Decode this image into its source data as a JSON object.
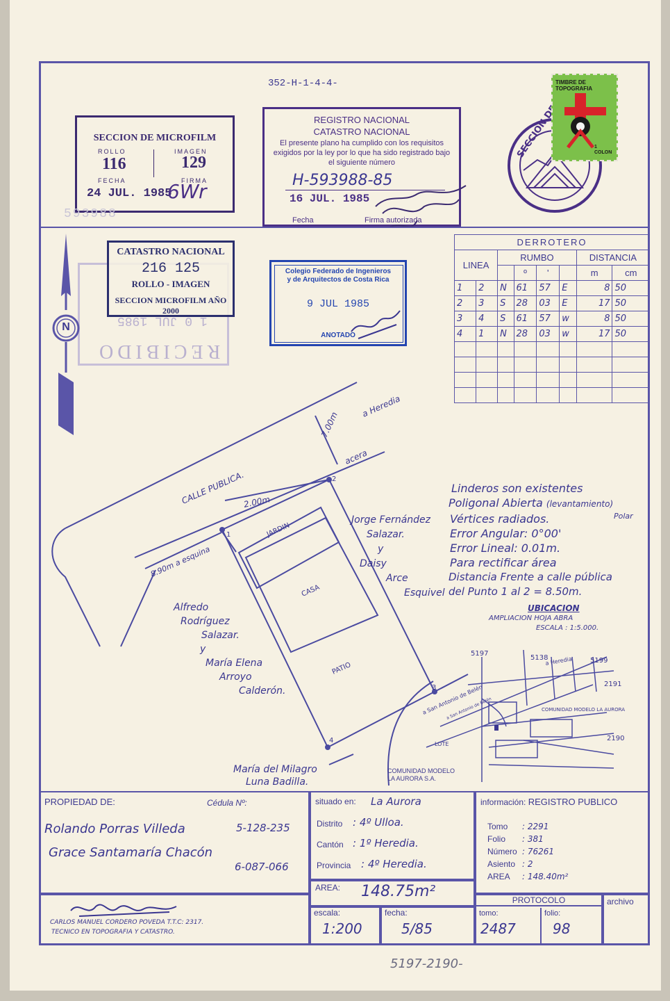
{
  "sheet_code": "352-H-1-4-4-",
  "microfilm_stamp": {
    "title": "SECCION DE MICROFILM",
    "rollo_label": "ROLLO",
    "rollo": "116",
    "imagen_label": "IMAGEN",
    "imagen": "129",
    "fecha_label": "FECHA",
    "fecha": "24 JUL. 1985",
    "firma_label": "FIRMA",
    "firma": "6Wr"
  },
  "registro_stamp": {
    "line1": "REGISTRO NACIONAL",
    "line2": "CATASTRO NACIONAL",
    "body": "El presente plano ha cumplido con los requisitos exigidos por la ley por lo que ha sido registrado bajo el siguiente número",
    "numero": "H-593988-85",
    "fecha": "16 JUL. 1985",
    "fecha_label": "Fecha",
    "firma_label": "Firma autorizada"
  },
  "timbre": {
    "top": "TIMBRE DE TOPOGRAFIA",
    "value": "1 COLON"
  },
  "seccion_round": "SECCION DE",
  "catastro2000_stamp": {
    "title": "CATASTRO NACIONAL",
    "numbers": "216 125",
    "sub": "ROLLO - IMAGEN",
    "bottom": "SECCION MICROFILM AÑO 2000"
  },
  "recibido_stamp": {
    "date": "1 0 JUL 1985",
    "word": "RECIBIDO"
  },
  "colegio_stamp": {
    "line1": "Colegio Federado de Ingenieros",
    "line2": "y de Arquitectos de Costa Rica",
    "date": "9 JUL 1985",
    "bottom": "ANOTADO"
  },
  "north_label": "N",
  "derrotero": {
    "title": "DERROTERO",
    "h_linea": "LINEA",
    "h_rumbo": "RUMBO",
    "h_distancia": "DISTANCIA",
    "h_deg": "º",
    "h_min": "'",
    "h_m": "m",
    "h_cm": "cm",
    "rows": [
      {
        "a": "1",
        "b": "2",
        "ns": "N",
        "deg": "61",
        "min": "57",
        "ew": "E",
        "m": "8",
        "cm": "50"
      },
      {
        "a": "2",
        "b": "3",
        "ns": "S",
        "deg": "28",
        "min": "03",
        "ew": "E",
        "m": "17",
        "cm": "50"
      },
      {
        "a": "3",
        "b": "4",
        "ns": "S",
        "deg": "61",
        "min": "57",
        "ew": "w",
        "m": "8",
        "cm": "50"
      },
      {
        "a": "4",
        "b": "1",
        "ns": "N",
        "deg": "28",
        "min": "03",
        "ew": "w",
        "m": "17",
        "cm": "50"
      }
    ]
  },
  "plan": {
    "calle": "CALLE PUBLICA.",
    "heredia": "a Heredia",
    "dist_700": "7.00m",
    "acera": "acera",
    "dist_200": "2.00m",
    "esquina": "8.90m a esquina",
    "jardin": "JARDIN",
    "casa": "CASA",
    "patio": "PATIO",
    "p1": "1",
    "p2": "2",
    "p3": "3",
    "p4": "4",
    "san_antonio": "a San Antonio de Belén",
    "east_neighbor": [
      "Jorge Fernández",
      "Salazar.",
      "y",
      "Daisy",
      "Arce",
      "Esquivel"
    ],
    "west_neighbor": [
      "Alfredo",
      "Rodríguez",
      "Salazar.",
      "y",
      "María Elena",
      "Arroyo",
      "Calderón."
    ],
    "south_neighbor": [
      "María del Milagro",
      "Luna Badilla."
    ]
  },
  "notes": {
    "n1": "Linderos son existentes",
    "n2": "Poligonal Abierta",
    "n2b": "(levantamiento)",
    "n2c": "Polar",
    "n3": "Vértices radiados.",
    "n4": "Error Angular: 0°00'",
    "n5": "Error Lineal: 0.01m.",
    "n6": "Para rectificar área",
    "n7": "Distancia Frente a calle pública",
    "n8": "del Punto 1 al 2 = 8.50m."
  },
  "ubicacion": {
    "title": "UBICACION",
    "sub1": "AMPLIACION HOJA ABRA",
    "sub2": "ESCALA : 1:5.000.",
    "c197": "5197",
    "c138": "5138",
    "c199": "5199",
    "c2191": "2191",
    "c2190": "2190",
    "heredia": "a Heredia",
    "san_antonio": "a San Antonio de Belén",
    "comunidad": "COMUNIDAD MODELO LA AURORA",
    "lote": "LOTE",
    "comunidad2": "COMUNIDAD MODELO",
    "comunidad2b": "LA AURORA S.A."
  },
  "propiedad": {
    "label": "PROPIEDAD DE:",
    "cedula_label": "Cédula Nº:",
    "owner1": "Rolando Porras Villeda",
    "ced1": "5-128-235",
    "owner2": "Grace Santamaría Chacón",
    "ced2": "6-087-066"
  },
  "situado": {
    "label": "situado en:",
    "value": "La Aurora",
    "distrito_label": "Distrito",
    "distrito": ": 4º Ulloa.",
    "canton_label": "Cantón",
    "canton": ": 1º Heredia.",
    "provincia_label": "Provincia",
    "provincia": ": 4º Heredia."
  },
  "informacion": {
    "label": "información:",
    "registro": "REGISTRO PUBLICO",
    "tomo_label": "Tomo",
    "tomo": ": 2291",
    "folio_label": "Folio",
    "folio": ": 381",
    "numero_label": "Número",
    "numero": ": 76261",
    "asiento_label": "Asiento",
    "asiento": ": 2",
    "area_label": "AREA",
    "area": ": 148.40m²"
  },
  "area": {
    "label": "AREA:",
    "value": "148.75m²"
  },
  "surveyor": {
    "line1": "CARLOS MANUEL CORDERO POVEDA T.T.C: 2317.",
    "line2": "TECNICO EN TOPOGRAFIA Y CATASTRO."
  },
  "escala": {
    "label": "escala:",
    "value": "1:200"
  },
  "fecha": {
    "label": "fecha:",
    "value": "5/85"
  },
  "protocolo": {
    "label": "PROTOCOLO",
    "tomo_label": "tomo:",
    "tomo": "2487",
    "folio_label": "folio:",
    "folio": "98"
  },
  "archivo_label": "archivo",
  "bottom_note": "5197-2190-",
  "colors": {
    "ink": "#3d3990",
    "stamp_purple": "#4a2f86",
    "stamp_blue": "#2445b0",
    "paper": "#f6f1e3"
  }
}
